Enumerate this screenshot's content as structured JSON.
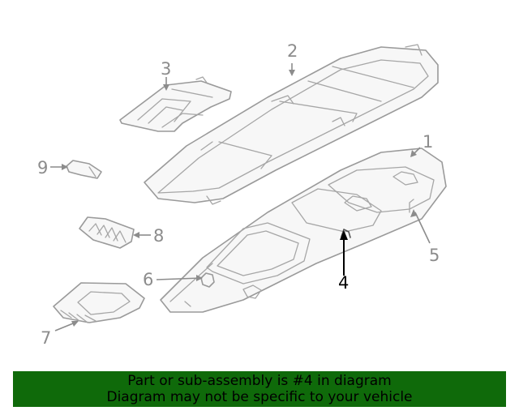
{
  "callouts": {
    "c1": "1",
    "c2": "2",
    "c3": "3",
    "c4": "4",
    "c5": "5",
    "c6": "6",
    "c7": "7",
    "c8": "8",
    "c9": "9"
  },
  "highlighted_part": "4",
  "banner": {
    "line1": "Part or sub-assembly is #4 in diagram",
    "line2": "Diagram may not be specific to your vehicle",
    "background": "#0f6a0a"
  },
  "colors": {
    "line_art": "#9a9a9a",
    "callout": "#8c8c8c",
    "highlight": "#000000"
  }
}
